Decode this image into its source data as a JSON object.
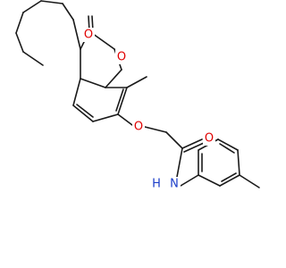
{
  "molecule": {
    "atom_labels": {
      "carbonyl_o_lactone": "O",
      "ring_o": "O",
      "ether_o": "O",
      "amide_o": "O",
      "amide_n": "N",
      "amide_h": "H"
    },
    "colors": {
      "bond": "#1a1a1a",
      "oxygen": "#e00000",
      "nitrogen": "#1a3cc8",
      "background": "#ffffff"
    }
  }
}
